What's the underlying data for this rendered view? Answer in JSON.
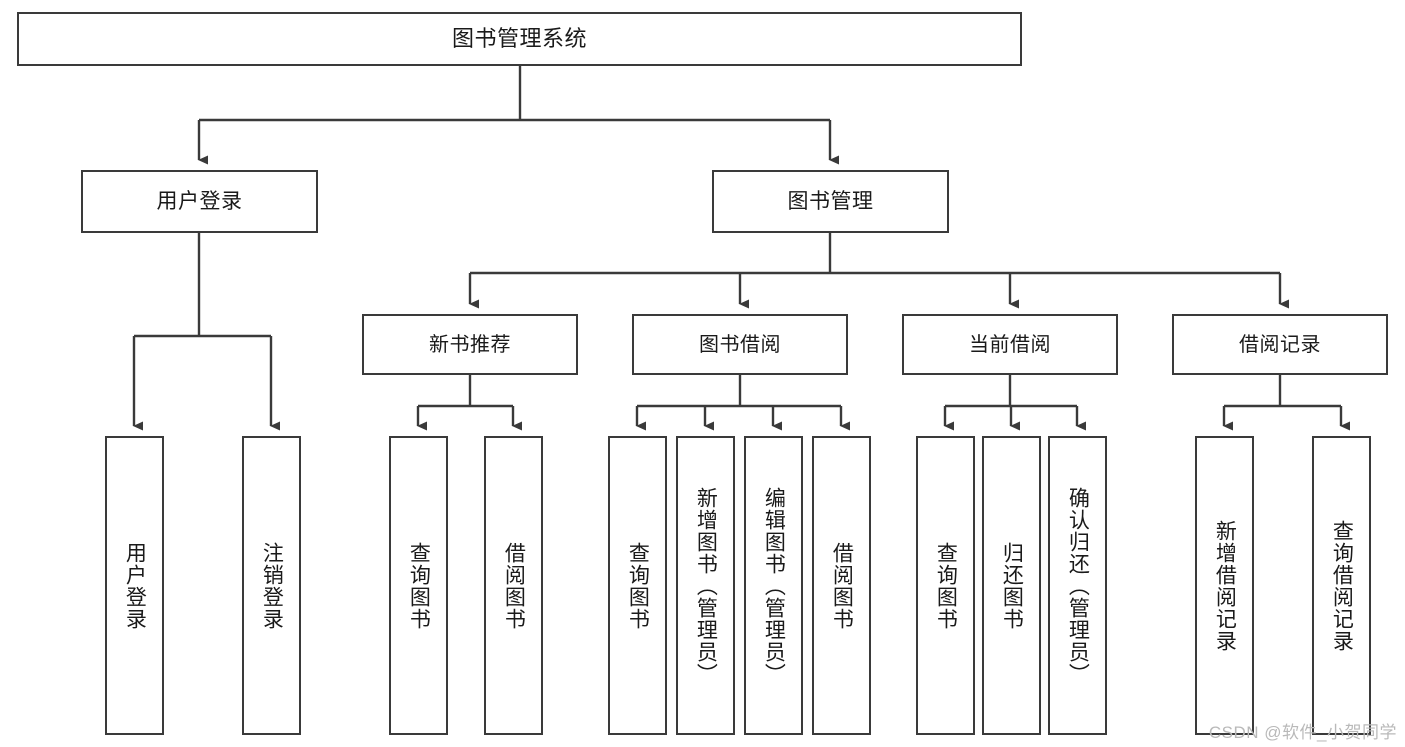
{
  "diagram": {
    "title": "图书管理系统",
    "type": "tree-hierarchy-diagram",
    "colors": {
      "box_border": "#3a3a3a",
      "box_fill": "#ffffff",
      "connector": "#3a3a3a",
      "text": "#1a1a1a",
      "watermark": "#b9b9b9"
    },
    "root": {
      "label": "图书管理系统"
    },
    "level1": [
      {
        "label": "用户登录"
      },
      {
        "label": "图书管理"
      }
    ],
    "level2": [
      {
        "label": "新书推荐"
      },
      {
        "label": "图书借阅"
      },
      {
        "label": "当前借阅"
      },
      {
        "label": "借阅记录"
      }
    ],
    "leaves": {
      "user_login": [
        {
          "label": "用户登录"
        },
        {
          "label": "注销登录"
        }
      ],
      "new_book_recommend": [
        {
          "label": "查询图书"
        },
        {
          "label": "借阅图书"
        }
      ],
      "book_borrow": [
        {
          "label": "查询图书"
        },
        {
          "label": "新增图书（管理员）"
        },
        {
          "label": "编辑图书（管理员）"
        },
        {
          "label": "借阅图书"
        }
      ],
      "current_borrow": [
        {
          "label": "查询图书"
        },
        {
          "label": "归还图书"
        },
        {
          "label": "确认归还（管理员）"
        }
      ],
      "borrow_record": [
        {
          "label": "新增借阅记录"
        },
        {
          "label": "查询借阅记录"
        }
      ]
    }
  },
  "watermark": {
    "text": "CSDN @软件_小贺同学"
  }
}
